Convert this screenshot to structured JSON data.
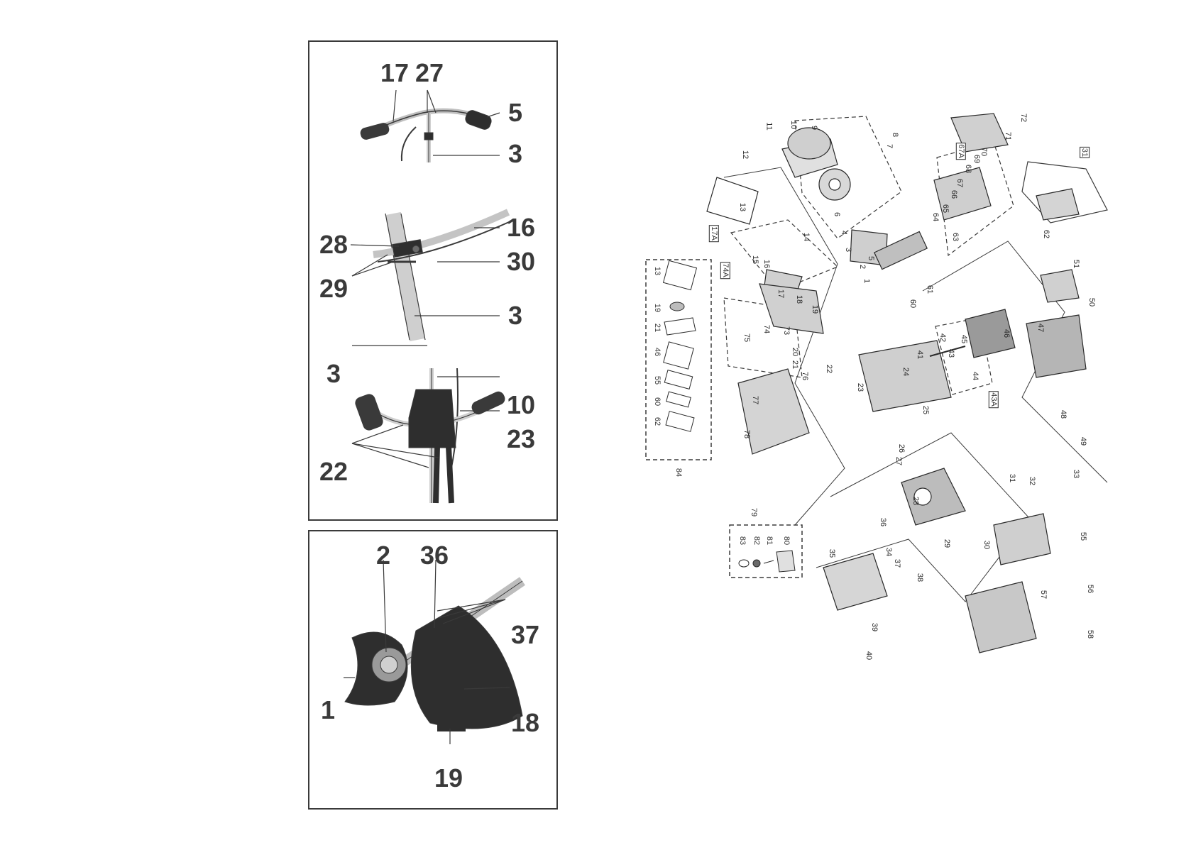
{
  "panel_a": {
    "top": {
      "c17": "17",
      "c27": "27",
      "c5": "5",
      "c3": "3"
    },
    "middle": {
      "c28": "28",
      "c29": "29",
      "c16": "16",
      "c30": "30",
      "c3": "3"
    },
    "bottom": {
      "c3": "3",
      "c10": "10",
      "c23": "23",
      "c22": "22"
    }
  },
  "panel_b": {
    "c2": "2",
    "c36": "36",
    "c37": "37",
    "c1": "1",
    "c18": "18",
    "c19": "19"
  },
  "exploded": {
    "boxes": [
      "17A",
      "74A",
      "67A",
      "31",
      "43A"
    ],
    "kit_84": {
      "label": "84",
      "parts": [
        "13",
        "19",
        "21",
        "46",
        "55",
        "60",
        "62"
      ]
    },
    "kit_79": {
      "label": "79",
      "parts": [
        "83",
        "82",
        "81",
        "80"
      ]
    },
    "parts": [
      "1",
      "2",
      "3",
      "4",
      "5",
      "6",
      "7",
      "8",
      "9",
      "10",
      "11",
      "12",
      "13",
      "14",
      "15",
      "16",
      "17",
      "18",
      "19",
      "20",
      "21",
      "22",
      "23",
      "24",
      "25",
      "26",
      "27",
      "28",
      "29",
      "30",
      "31",
      "32",
      "33",
      "34",
      "35",
      "36",
      "37",
      "38",
      "39",
      "40",
      "41",
      "42",
      "43",
      "44",
      "45",
      "46",
      "47",
      "48",
      "49",
      "50",
      "51",
      "55",
      "56",
      "57",
      "58",
      "60",
      "61",
      "62",
      "63",
      "64",
      "65",
      "66",
      "67",
      "68",
      "69",
      "70",
      "71",
      "72",
      "73",
      "74",
      "75",
      "76",
      "77",
      "78"
    ]
  },
  "colors": {
    "ink": "#3a3a3a",
    "paper": "#ffffff",
    "part_fill": "#d8d8d8",
    "dark_part": "#2e2e2e"
  }
}
